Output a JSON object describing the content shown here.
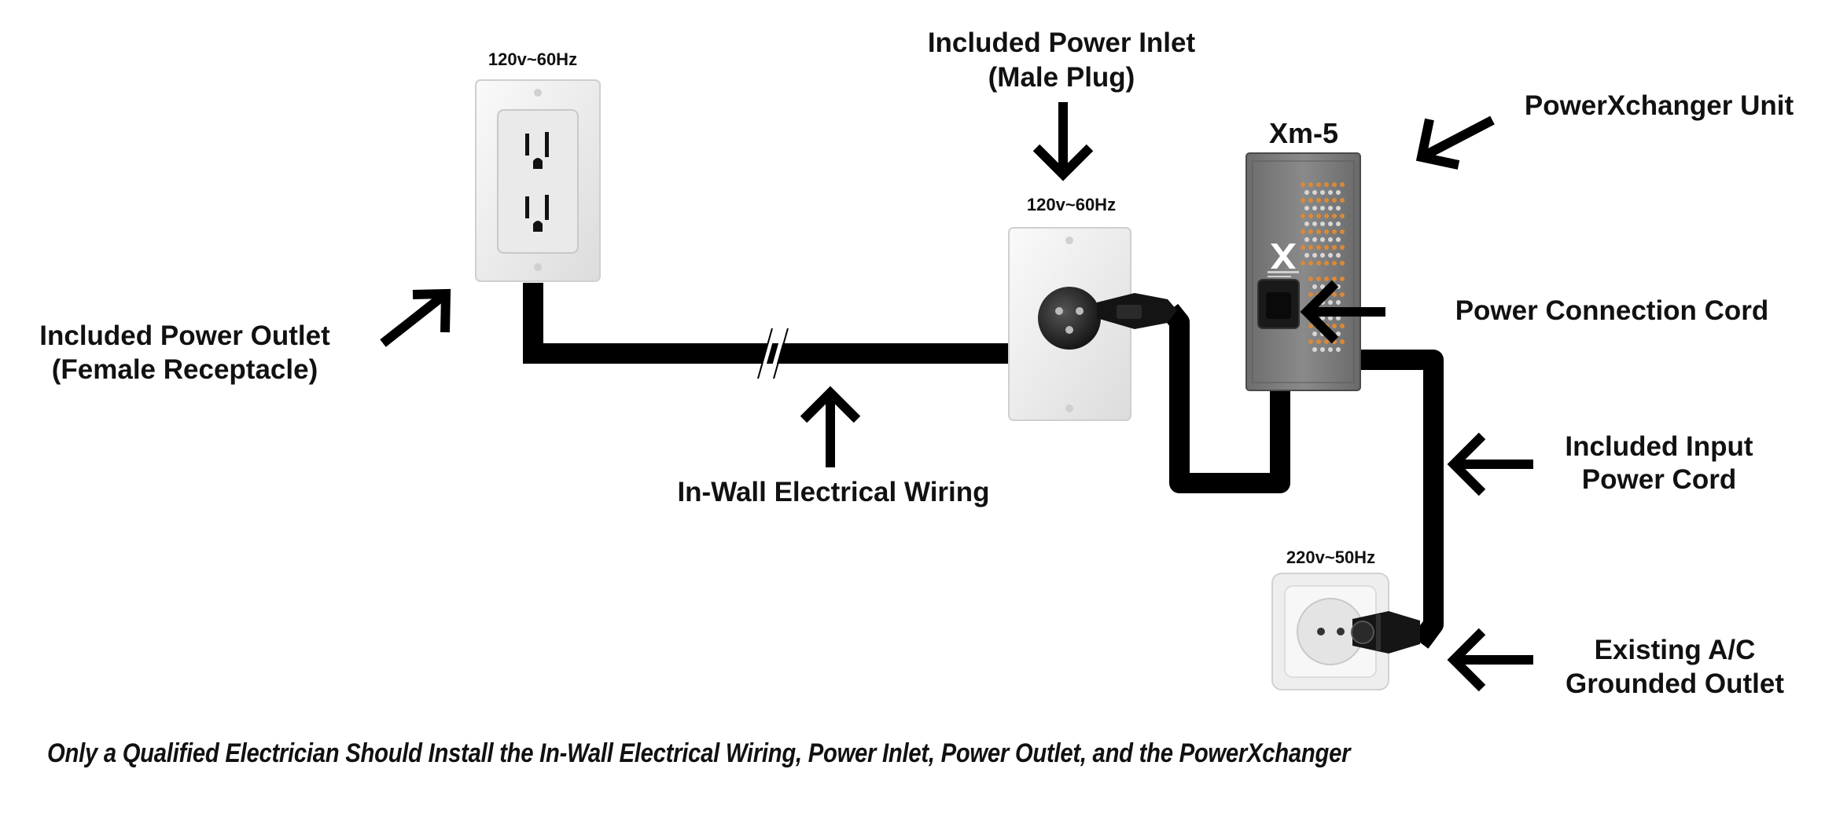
{
  "labels": {
    "outlet_voltage": "120v~60Hz",
    "inlet_title_line1": "Included Power Inlet",
    "inlet_title_line2": "(Male Plug)",
    "inlet_voltage": "120v~60Hz",
    "unit_model": "Xm-5",
    "unit_title": "PowerXchanger Unit",
    "outlet_title_line1": "Included Power Outlet",
    "outlet_title_line2": "(Female Receptacle)",
    "connection_cord": "Power Connection Cord",
    "wiring": "In-Wall Electrical Wiring",
    "input_cord_line1": "Included Input",
    "input_cord_line2": "Power Cord",
    "existing_voltage": "220v~50Hz",
    "existing_line1": "Existing A/C",
    "existing_line2": "Grounded Outlet"
  },
  "disclaimer": "Only a Qualified Electrician Should Install the In-Wall Electrical Wiring, Power Inlet, Power Outlet, and the PowerXchanger",
  "colors": {
    "wire": "#000000",
    "wallplate": "#f1f1f1",
    "unit_body": "#7a7a7a",
    "unit_accent": "#d98a3a",
    "text": "#111111"
  },
  "icons": {
    "arrow": "arrow-icon",
    "us_outlet": "us-receptacle-icon",
    "inlet": "power-inlet-icon",
    "eu_outlet": "schuko-outlet-icon",
    "unit": "powerxchanger-unit-icon",
    "logo": "x-logo-icon"
  }
}
